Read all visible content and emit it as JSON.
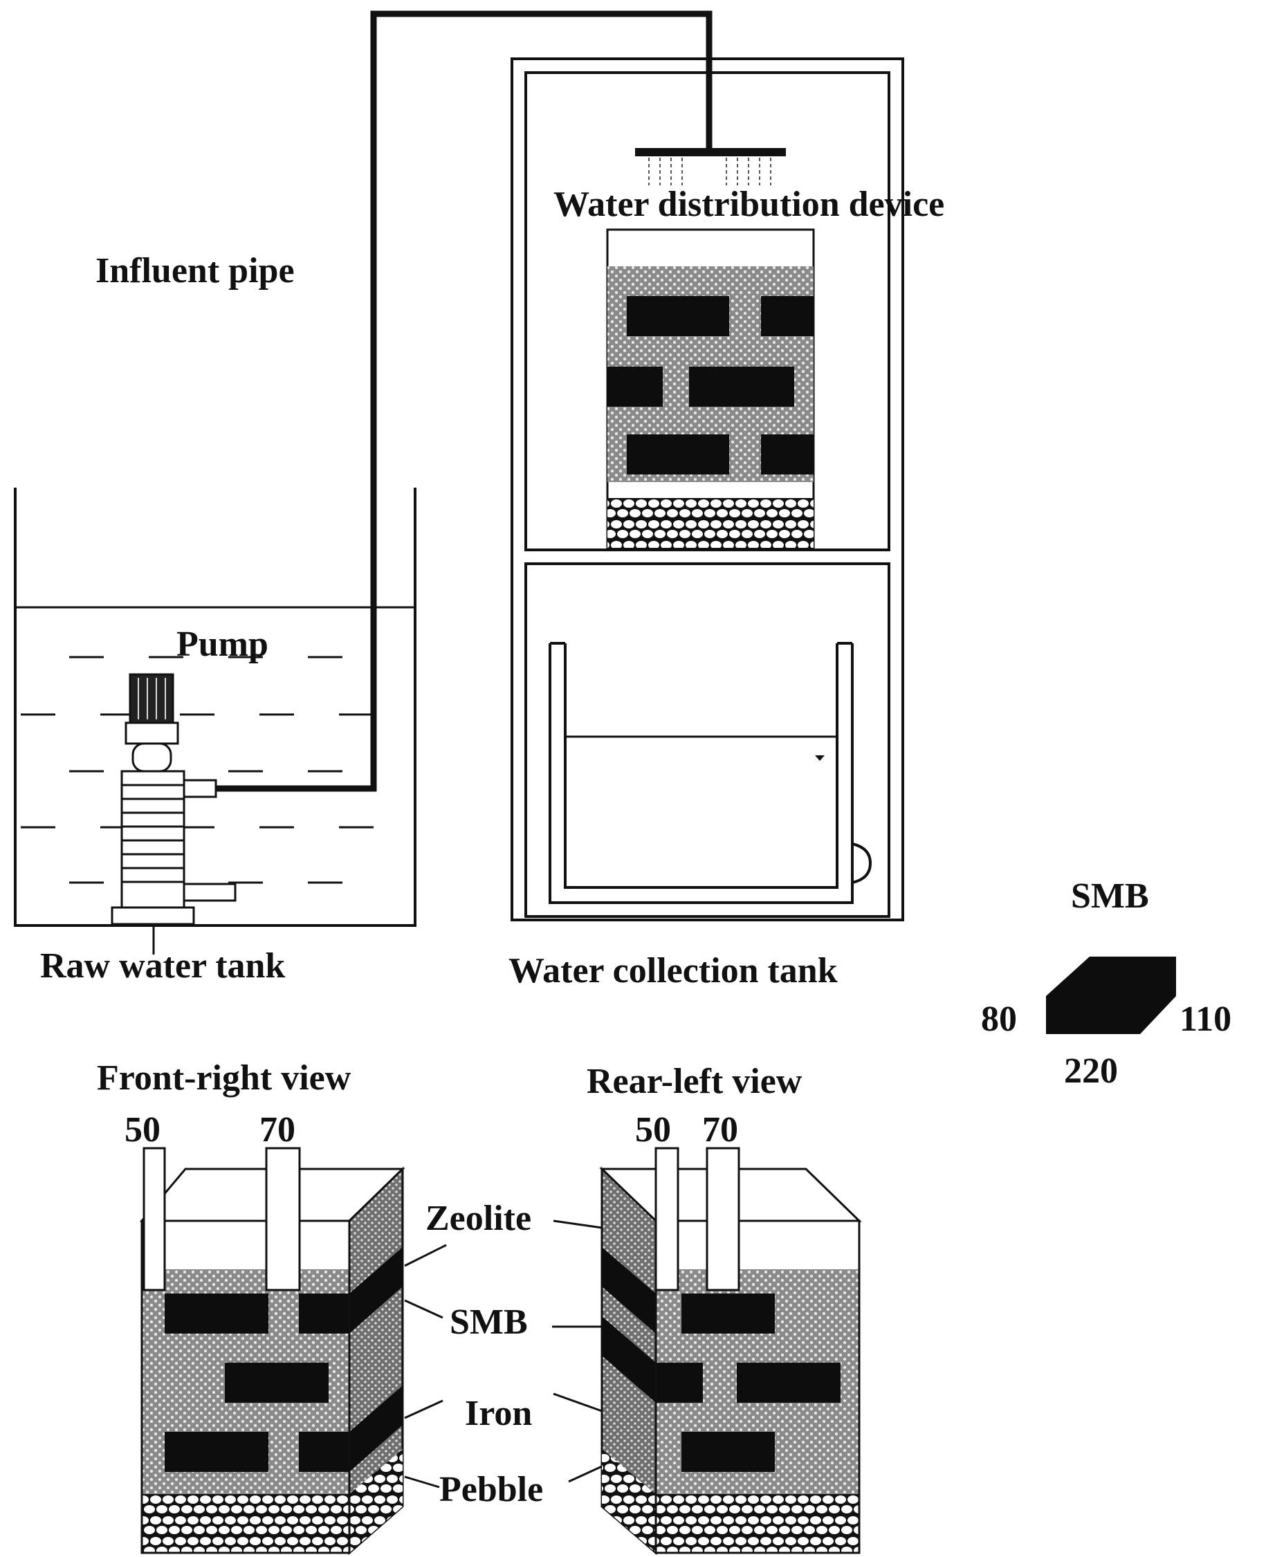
{
  "labels": {
    "water_distribution_device": "Water distribution device",
    "influent_pipe": "Influent pipe",
    "pump": "Pump",
    "raw_water_tank": "Raw water tank",
    "water_collection_tank": "Water collection tank",
    "smb_title": "SMB",
    "front_right_view": "Front-right view",
    "rear_left_view": "Rear-left view",
    "zeolite": "Zeolite",
    "smb": "SMB",
    "iron": "Iron",
    "pebble": "Pebble"
  },
  "dimensions": {
    "smb_width": "80",
    "smb_height": "110",
    "smb_length": "220",
    "front_offset": "50",
    "front_gap": "70",
    "rear_offset": "50",
    "rear_gap": "70"
  },
  "colors": {
    "line": "#111111",
    "block": "#0d0d0d",
    "fill_light": "#ffffff"
  }
}
